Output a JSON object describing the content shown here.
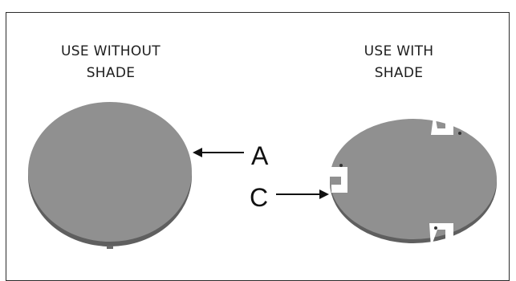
{
  "captions": {
    "left_line1": "USE WITHOUT",
    "left_line2": "SHADE",
    "right_line1": "USE WITH",
    "right_line2": "SHADE"
  },
  "callouts": {
    "a": "A",
    "c": "C"
  },
  "colors": {
    "plate_fill": "#8f8f8f",
    "plate_edge": "#5a5a5a",
    "arrow": "#111111",
    "frame": "#2b2b2b"
  }
}
